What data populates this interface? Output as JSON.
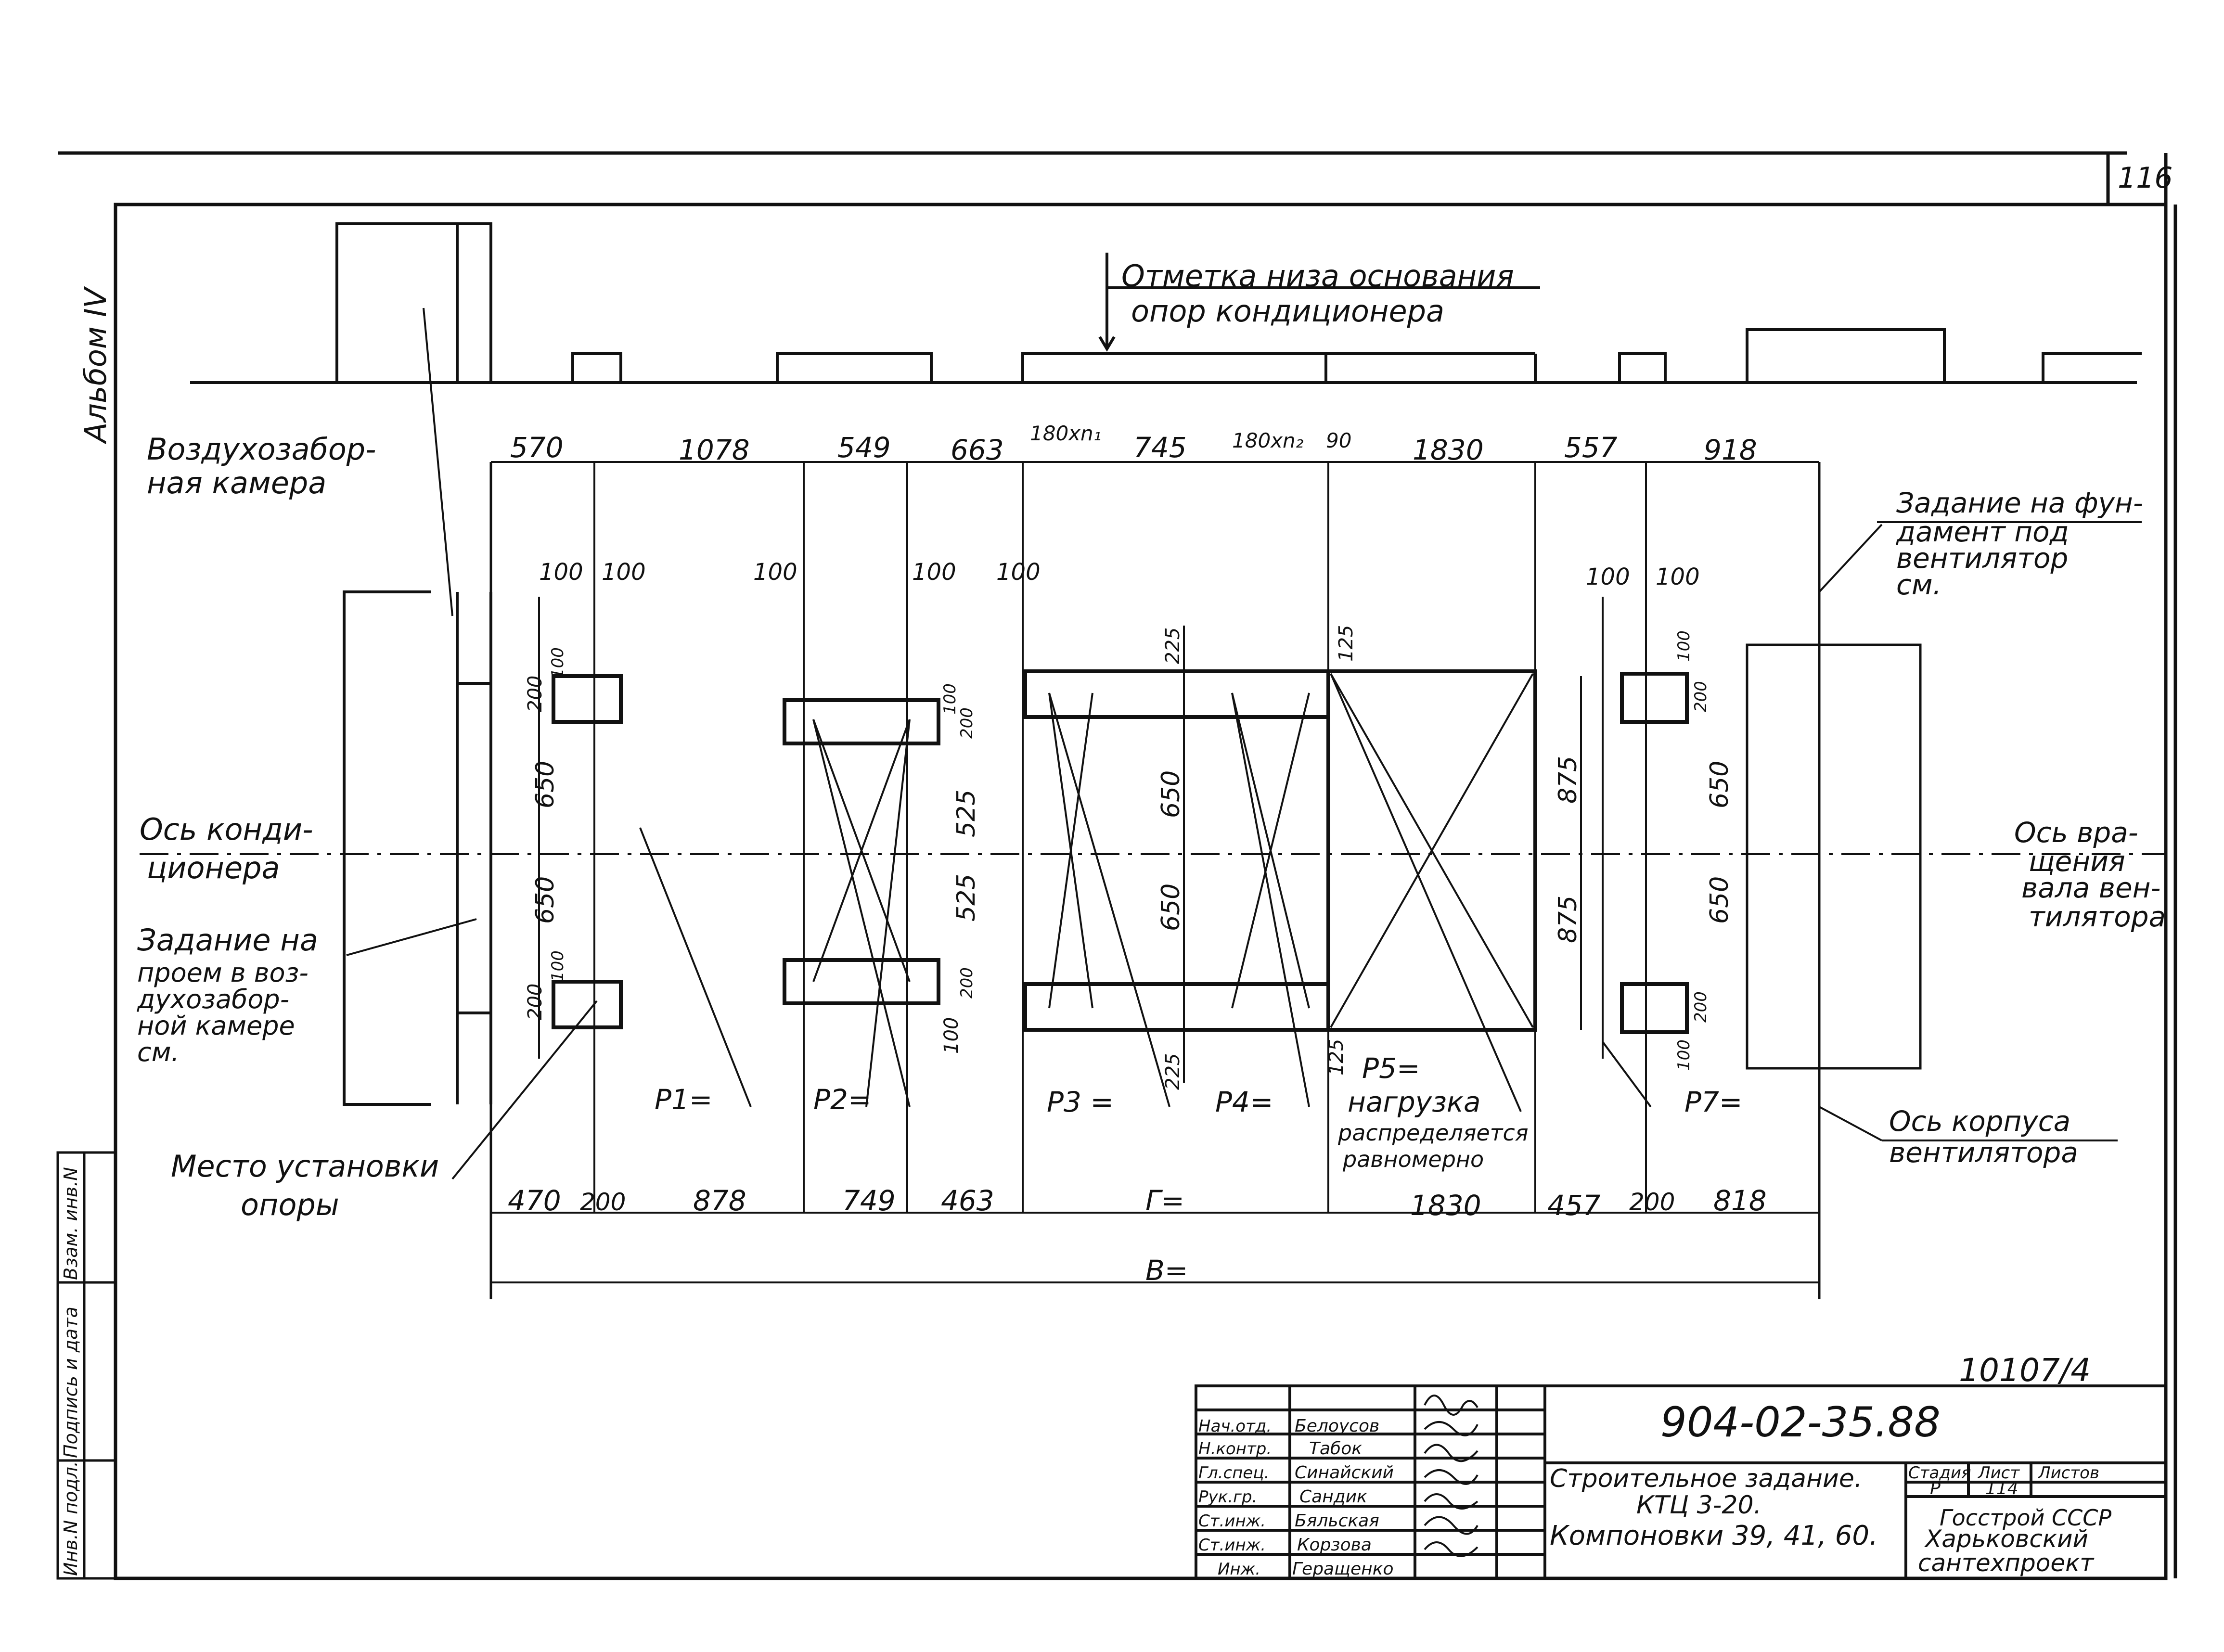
{
  "sheet": {
    "page_number": "116",
    "album": "Альбом IV",
    "stamp_number": "10107/4"
  },
  "notes": {
    "base_mark_l1": "Отметка низа основания",
    "base_mark_l2": "опор кондиционера",
    "air_chamber_l1": "Воздухозабор-",
    "air_chamber_l2": "ная камера",
    "foundation_l1": "Задание на фун-",
    "foundation_l2": "дамент под",
    "foundation_l3": "вентилятор",
    "foundation_l4": "см.",
    "axis_cond_l1": "Ось конди-",
    "axis_cond_l2": "ционера",
    "axis_rot_l1": "Ось вра-",
    "axis_rot_l2": "щения",
    "axis_rot_l3": "вала вен-",
    "axis_rot_l4": "тилятора",
    "opening_l1": "Задание на",
    "opening_l2": "проем в воз-",
    "opening_l3": "духозабор-",
    "opening_l4": "ной камере",
    "opening_l5": "см.",
    "support_l1": "Место установки",
    "support_l2": "опоры",
    "housing_l1": "Ось корпуса",
    "housing_l2": "вентилятора",
    "p5_l1": "нагрузка",
    "p5_l2": "распределяется",
    "p5_l3": "равномерно"
  },
  "dimensions": {
    "top": [
      "570",
      "1078",
      "549",
      "663",
      "180xn₁",
      "745",
      "180xn₂",
      "90",
      "1830",
      "557",
      "918"
    ],
    "bottom": [
      "470",
      "200",
      "878",
      "749",
      "463",
      "Г=",
      "1830",
      "457",
      "200",
      "818"
    ],
    "total": "В=",
    "small": [
      "100",
      "100",
      "100",
      "100",
      "100",
      "100",
      "100"
    ],
    "vertical": [
      "650",
      "650",
      "525",
      "525",
      "650",
      "650",
      "875",
      "875",
      "650",
      "650"
    ],
    "minor": [
      "200",
      "100",
      "200",
      "100",
      "100",
      "200",
      "200",
      "100",
      "225",
      "225",
      "125",
      "125",
      "100",
      "200",
      "200",
      "100"
    ]
  },
  "loads": [
    "P1=",
    "P2=",
    "P3 =",
    "P4=",
    "P5=",
    "P7="
  ],
  "left_strip": [
    "Инв.N подл.",
    "Подпись и дата",
    "Взам. инв.N"
  ],
  "title_block": {
    "code": "904-02-35.88",
    "title_l1": "Строительное задание.",
    "title_l2": "КТЦ 3-20.",
    "title_l3": "Компоновки 39, 41, 60.",
    "stage_header": "Стадия",
    "sheet_header": "Лист",
    "sheets_header": "Листов",
    "stage": "Р",
    "sheet": "114",
    "org_l1": "Госстрой СССР",
    "org_l2": "Харьковский",
    "org_l3": "сантехпроект",
    "roles": [
      "Нач.отд.",
      "Н.контр.",
      "Гл.спец.",
      "Рук.гр.",
      "Ст.инж.",
      "Ст.инж.",
      "Инж."
    ],
    "names": [
      "Белоусов",
      "Табок",
      "Синайский",
      "Сандик",
      "Бяльская",
      "Корзова",
      "Геращенко"
    ]
  }
}
